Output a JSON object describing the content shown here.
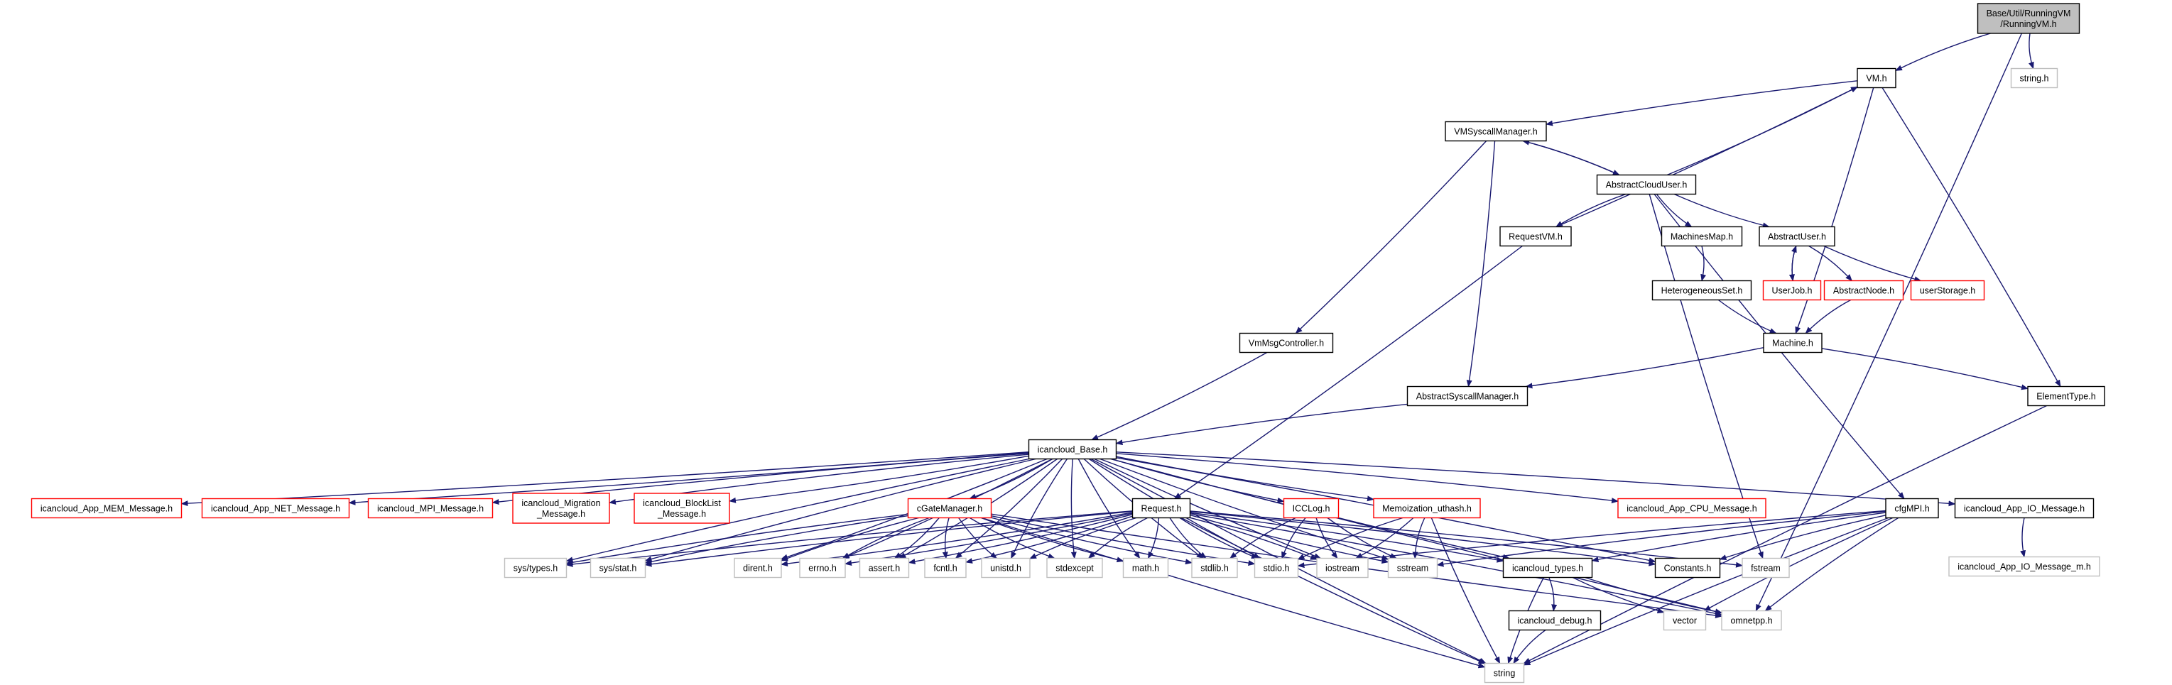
{
  "nodes": {
    "running_vm": {
      "lines": [
        "Base/Util/RunningVM",
        "/RunningVM.h"
      ],
      "style": "root"
    },
    "vm_h": {
      "lines": [
        "VM.h"
      ],
      "style": "normal"
    },
    "string_h": {
      "lines": [
        "string.h"
      ],
      "style": "gray"
    },
    "vmsyscallmanager_h": {
      "lines": [
        "VMSyscallManager.h"
      ],
      "style": "normal"
    },
    "abstractclouduser_h": {
      "lines": [
        "AbstractCloudUser.h"
      ],
      "style": "normal"
    },
    "requestvm_h": {
      "lines": [
        "RequestVM.h"
      ],
      "style": "normal"
    },
    "machinesmap_h": {
      "lines": [
        "MachinesMap.h"
      ],
      "style": "normal"
    },
    "abstractuser_h": {
      "lines": [
        "AbstractUser.h"
      ],
      "style": "normal"
    },
    "heterogeneousset_h": {
      "lines": [
        "HeterogeneousSet.h"
      ],
      "style": "normal"
    },
    "userjob_h": {
      "lines": [
        "UserJob.h"
      ],
      "style": "red"
    },
    "abstractnode_h": {
      "lines": [
        "AbstractNode.h"
      ],
      "style": "red"
    },
    "userstorage_h": {
      "lines": [
        "userStorage.h"
      ],
      "style": "red"
    },
    "machine_h": {
      "lines": [
        "Machine.h"
      ],
      "style": "normal"
    },
    "vmmsgcontroller_h": {
      "lines": [
        "VmMsgController.h"
      ],
      "style": "normal"
    },
    "abstractsyscallmanager_h": {
      "lines": [
        "AbstractSyscallManager.h"
      ],
      "style": "normal"
    },
    "elementtype_h": {
      "lines": [
        "ElementType.h"
      ],
      "style": "normal"
    },
    "icancloud_base_h": {
      "lines": [
        "icancloud_Base.h"
      ],
      "style": "normal"
    },
    "app_mem_msg": {
      "lines": [
        "icancloud_App_MEM_Message.h"
      ],
      "style": "red"
    },
    "app_net_msg": {
      "lines": [
        "icancloud_App_NET_Message.h"
      ],
      "style": "red"
    },
    "mpi_msg": {
      "lines": [
        "icancloud_MPI_Message.h"
      ],
      "style": "red"
    },
    "migration_msg": {
      "lines": [
        "icancloud_Migration",
        "_Message.h"
      ],
      "style": "red"
    },
    "blocklist_msg": {
      "lines": [
        "icancloud_BlockList",
        "_Message.h"
      ],
      "style": "red"
    },
    "cgatemanager_h": {
      "lines": [
        "cGateManager.h"
      ],
      "style": "red"
    },
    "request_h": {
      "lines": [
        "Request.h"
      ],
      "style": "normal"
    },
    "icclog_h": {
      "lines": [
        "ICCLog.h"
      ],
      "style": "red"
    },
    "memoization_h": {
      "lines": [
        "Memoization_uthash.h"
      ],
      "style": "red"
    },
    "app_cpu_msg": {
      "lines": [
        "icancloud_App_CPU_Message.h"
      ],
      "style": "red"
    },
    "cfgmpi_h": {
      "lines": [
        "cfgMPI.h"
      ],
      "style": "normal"
    },
    "app_io_msg": {
      "lines": [
        "icancloud_App_IO_Message.h"
      ],
      "style": "normal"
    },
    "app_io_msg_m": {
      "lines": [
        "icancloud_App_IO_Message_m.h"
      ],
      "style": "gray"
    },
    "sys_types_h": {
      "lines": [
        "sys/types.h"
      ],
      "style": "gray"
    },
    "sys_stat_h": {
      "lines": [
        "sys/stat.h"
      ],
      "style": "gray"
    },
    "dirent_h": {
      "lines": [
        "dirent.h"
      ],
      "style": "gray"
    },
    "errno_h": {
      "lines": [
        "errno.h"
      ],
      "style": "gray"
    },
    "assert_h": {
      "lines": [
        "assert.h"
      ],
      "style": "gray"
    },
    "fcntl_h": {
      "lines": [
        "fcntl.h"
      ],
      "style": "gray"
    },
    "unistd_h": {
      "lines": [
        "unistd.h"
      ],
      "style": "gray"
    },
    "stdexcept": {
      "lines": [
        "stdexcept"
      ],
      "style": "gray"
    },
    "math_h": {
      "lines": [
        "math.h"
      ],
      "style": "gray"
    },
    "stdlib_h": {
      "lines": [
        "stdlib.h"
      ],
      "style": "gray"
    },
    "stdio_h": {
      "lines": [
        "stdio.h"
      ],
      "style": "gray"
    },
    "iostream": {
      "lines": [
        "iostream"
      ],
      "style": "gray"
    },
    "sstream": {
      "lines": [
        "sstream"
      ],
      "style": "gray"
    },
    "icancloud_types_h": {
      "lines": [
        "icancloud_types.h"
      ],
      "style": "normal"
    },
    "constants_h": {
      "lines": [
        "Constants.h"
      ],
      "style": "normal"
    },
    "fstream": {
      "lines": [
        "fstream"
      ],
      "style": "gray"
    },
    "icancloud_debug_h": {
      "lines": [
        "icancloud_debug.h"
      ],
      "style": "normal"
    },
    "vector": {
      "lines": [
        "vector"
      ],
      "style": "gray"
    },
    "omnetpp_h": {
      "lines": [
        "omnetpp.h"
      ],
      "style": "gray"
    },
    "string": {
      "lines": [
        "string"
      ],
      "style": "gray"
    }
  },
  "edges": [
    [
      "running_vm",
      "vm_h"
    ],
    [
      "running_vm",
      "string_h"
    ],
    [
      "running_vm",
      "omnetpp_h"
    ],
    [
      "vm_h",
      "vmsyscallmanager_h"
    ],
    [
      "vm_h",
      "machine_h"
    ],
    [
      "vm_h",
      "elementtype_h"
    ],
    [
      "vmsyscallmanager_h",
      "abstractclouduser_h"
    ],
    [
      "vmsyscallmanager_h",
      "vmmsgcontroller_h"
    ],
    [
      "vmsyscallmanager_h",
      "abstractsyscallmanager_h"
    ],
    [
      "abstractclouduser_h",
      "vm_h"
    ],
    [
      "abstractclouduser_h",
      "vmsyscallmanager_h"
    ],
    [
      "abstractclouduser_h",
      "requestvm_h"
    ],
    [
      "abstractclouduser_h",
      "machinesmap_h"
    ],
    [
      "abstractclouduser_h",
      "abstractuser_h"
    ],
    [
      "abstractclouduser_h",
      "cfgmpi_h"
    ],
    [
      "abstractclouduser_h",
      "fstream"
    ],
    [
      "requestvm_h",
      "vm_h"
    ],
    [
      "requestvm_h",
      "request_h"
    ],
    [
      "machinesmap_h",
      "heterogeneousset_h"
    ],
    [
      "heterogeneousset_h",
      "machine_h"
    ],
    [
      "abstractuser_h",
      "userjob_h"
    ],
    [
      "abstractuser_h",
      "abstractnode_h"
    ],
    [
      "abstractuser_h",
      "userstorage_h"
    ],
    [
      "userjob_h",
      "abstractuser_h"
    ],
    [
      "abstractnode_h",
      "machine_h"
    ],
    [
      "machine_h",
      "abstractsyscallmanager_h"
    ],
    [
      "machine_h",
      "elementtype_h"
    ],
    [
      "vmmsgcontroller_h",
      "icancloud_base_h"
    ],
    [
      "abstractsyscallmanager_h",
      "icancloud_base_h"
    ],
    [
      "elementtype_h",
      "string"
    ],
    [
      "icancloud_base_h",
      "app_mem_msg"
    ],
    [
      "icancloud_base_h",
      "app_net_msg"
    ],
    [
      "icancloud_base_h",
      "mpi_msg"
    ],
    [
      "icancloud_base_h",
      "migration_msg"
    ],
    [
      "icancloud_base_h",
      "blocklist_msg"
    ],
    [
      "icancloud_base_h",
      "cgatemanager_h"
    ],
    [
      "icancloud_base_h",
      "icclog_h"
    ],
    [
      "icancloud_base_h",
      "memoization_h"
    ],
    [
      "icancloud_base_h",
      "app_cpu_msg"
    ],
    [
      "icancloud_base_h",
      "app_io_msg"
    ],
    [
      "icancloud_base_h",
      "sys_types_h"
    ],
    [
      "icancloud_base_h",
      "sys_stat_h"
    ],
    [
      "icancloud_base_h",
      "dirent_h"
    ],
    [
      "icancloud_base_h",
      "errno_h"
    ],
    [
      "icancloud_base_h",
      "assert_h"
    ],
    [
      "icancloud_base_h",
      "fcntl_h"
    ],
    [
      "icancloud_base_h",
      "unistd_h"
    ],
    [
      "icancloud_base_h",
      "stdexcept"
    ],
    [
      "icancloud_base_h",
      "math_h"
    ],
    [
      "icancloud_base_h",
      "stdlib_h"
    ],
    [
      "icancloud_base_h",
      "stdio_h"
    ],
    [
      "icancloud_base_h",
      "iostream"
    ],
    [
      "icancloud_base_h",
      "sstream"
    ],
    [
      "icancloud_base_h",
      "icancloud_types_h"
    ],
    [
      "icancloud_base_h",
      "constants_h"
    ],
    [
      "icancloud_base_h",
      "omnetpp_h"
    ],
    [
      "icancloud_base_h",
      "string"
    ],
    [
      "cgatemanager_h",
      "sys_types_h"
    ],
    [
      "cgatemanager_h",
      "sys_stat_h"
    ],
    [
      "cgatemanager_h",
      "dirent_h"
    ],
    [
      "cgatemanager_h",
      "errno_h"
    ],
    [
      "cgatemanager_h",
      "assert_h"
    ],
    [
      "cgatemanager_h",
      "fcntl_h"
    ],
    [
      "cgatemanager_h",
      "unistd_h"
    ],
    [
      "cgatemanager_h",
      "stdexcept"
    ],
    [
      "cgatemanager_h",
      "math_h"
    ],
    [
      "cgatemanager_h",
      "stdlib_h"
    ],
    [
      "cgatemanager_h",
      "stdio_h"
    ],
    [
      "cgatemanager_h",
      "omnetpp_h"
    ],
    [
      "cgatemanager_h",
      "string"
    ],
    [
      "request_h",
      "sys_types_h"
    ],
    [
      "request_h",
      "sys_stat_h"
    ],
    [
      "request_h",
      "dirent_h"
    ],
    [
      "request_h",
      "errno_h"
    ],
    [
      "request_h",
      "assert_h"
    ],
    [
      "request_h",
      "fcntl_h"
    ],
    [
      "request_h",
      "unistd_h"
    ],
    [
      "request_h",
      "stdexcept"
    ],
    [
      "request_h",
      "math_h"
    ],
    [
      "request_h",
      "stdlib_h"
    ],
    [
      "request_h",
      "stdio_h"
    ],
    [
      "request_h",
      "iostream"
    ],
    [
      "request_h",
      "sstream"
    ],
    [
      "request_h",
      "icancloud_types_h"
    ],
    [
      "request_h",
      "constants_h"
    ],
    [
      "request_h",
      "fstream"
    ],
    [
      "request_h",
      "omnetpp_h"
    ],
    [
      "request_h",
      "string"
    ],
    [
      "icclog_h",
      "stdlib_h"
    ],
    [
      "icclog_h",
      "stdio_h"
    ],
    [
      "icclog_h",
      "iostream"
    ],
    [
      "icclog_h",
      "sstream"
    ],
    [
      "memoization_h",
      "stdio_h"
    ],
    [
      "memoization_h",
      "iostream"
    ],
    [
      "memoization_h",
      "sstream"
    ],
    [
      "memoization_h",
      "string"
    ],
    [
      "cfgmpi_h",
      "stdio_h"
    ],
    [
      "cfgmpi_h",
      "sstream"
    ],
    [
      "cfgmpi_h",
      "icancloud_types_h"
    ],
    [
      "cfgmpi_h",
      "constants_h"
    ],
    [
      "cfgmpi_h",
      "vector"
    ],
    [
      "cfgmpi_h",
      "omnetpp_h"
    ],
    [
      "cfgmpi_h",
      "string"
    ],
    [
      "app_io_msg",
      "app_io_msg_m"
    ],
    [
      "icancloud_types_h",
      "icancloud_debug_h"
    ],
    [
      "icancloud_types_h",
      "vector"
    ],
    [
      "icancloud_types_h",
      "omnetpp_h"
    ],
    [
      "icancloud_types_h",
      "string"
    ],
    [
      "icancloud_debug_h",
      "string"
    ]
  ],
  "colors": {
    "edge": "#191970",
    "border_normal": "#000000",
    "border_red": "#ff0000",
    "border_gray": "#bfbfbf",
    "fill_root": "#bfbfbf",
    "fill_node": "#ffffff"
  }
}
